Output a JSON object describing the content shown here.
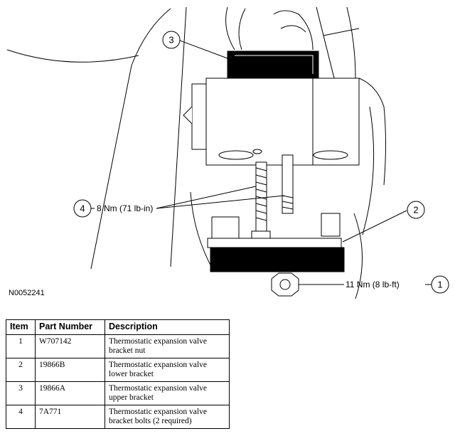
{
  "figure": {
    "callouts": [
      {
        "number": "1",
        "torque": "11 Nm (8 lb-ft)"
      },
      {
        "number": "2",
        "torque": ""
      },
      {
        "number": "3",
        "torque": ""
      },
      {
        "number": "4",
        "torque": "8 Nm (71 lb-in)"
      }
    ],
    "figure_id": "N0052241"
  },
  "table": {
    "headers": [
      "Item",
      "Part Number",
      "Description"
    ],
    "rows": [
      {
        "item": "1",
        "part": "W707142",
        "desc_line1": "Thermostatic expansion valve",
        "desc_line2": "bracket nut"
      },
      {
        "item": "2",
        "part": "19866B",
        "desc_line1": "Thermostatic expansion valve",
        "desc_line2": "lower bracket"
      },
      {
        "item": "3",
        "part": "19866A",
        "desc_line1": "Thermostatic expansion valve",
        "desc_line2": "upper bracket"
      },
      {
        "item": "4",
        "part": "7A771",
        "desc_line1": "Thermostatic expansion valve",
        "desc_line2": "bracket bolts (2 required)"
      }
    ]
  }
}
